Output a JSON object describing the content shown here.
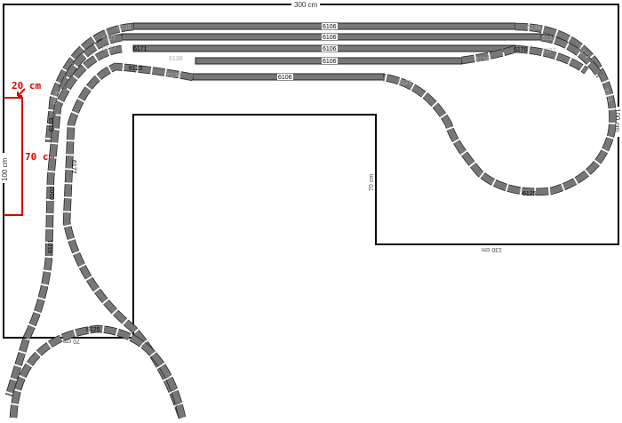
{
  "dimensions": {
    "top": "300 cm",
    "left": "100 cm",
    "right": "100 cm",
    "inner_vertical": "70 cm",
    "bottom_right": "130 cm",
    "bottom_left": "70 cm"
  },
  "annotation": {
    "width": "20 cm",
    "height": "70 cm",
    "color": "#e00000"
  },
  "track_labels": {
    "straight": "6106",
    "s6138": "6138",
    "s6127": "6127",
    "s6171": "6171",
    "s6170": "6170",
    "s6120": "6120",
    "s6125": "6125",
    "s6174": "6174",
    "s6103": "6103",
    "s6101": "6101",
    "s6102": "6102",
    "s6172": "6172"
  },
  "colors": {
    "track": "#777777",
    "board": "#000000"
  }
}
